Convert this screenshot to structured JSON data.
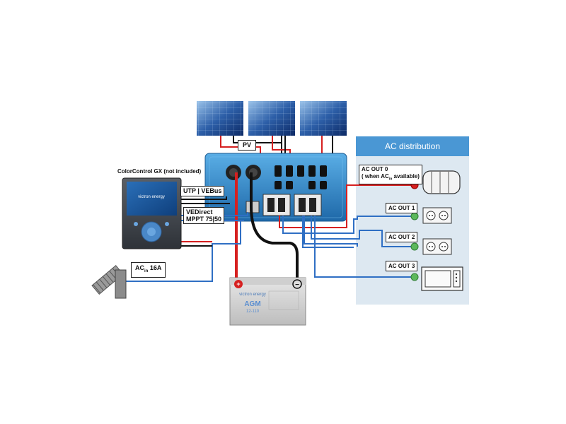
{
  "ac_distribution": {
    "title": "AC distribution",
    "outputs": [
      {
        "label_line1": "AC  OUT 0",
        "label_line2": "( when AC",
        "label_sub": "in",
        "label_line2_end": " available)",
        "load": "water heater"
      },
      {
        "label": "AC OUT 1",
        "load": "socket"
      },
      {
        "label": "AC OUT 2",
        "load": "socket"
      },
      {
        "label": "AC OUT 3",
        "load": "microwave"
      }
    ]
  },
  "labels": {
    "pv": "PV",
    "color_control": "ColorControl GX (not included)",
    "utp_vebus": "UTP | VEBus",
    "vedirect_line1": "VEDirect",
    "vedirect_line2": "MPPT 75|50",
    "ac_in_prefix": "AC",
    "ac_in_sub": "in",
    "ac_in_suffix": " 16A"
  },
  "device": {
    "brand": "victron energy"
  },
  "battery": {
    "brand": "victron energy",
    "model_line1": "AGM",
    "model_line2": "12-110",
    "plus": "+",
    "minus": "−"
  },
  "colors": {
    "ac_blue": "#2f6fc4",
    "dc_red": "#d62020",
    "dc_black": "#111111",
    "inverter_blue": "#2a7fc0",
    "ac_panel_bg": "#dde8f1",
    "ac_header_bg": "#4a97d4"
  }
}
